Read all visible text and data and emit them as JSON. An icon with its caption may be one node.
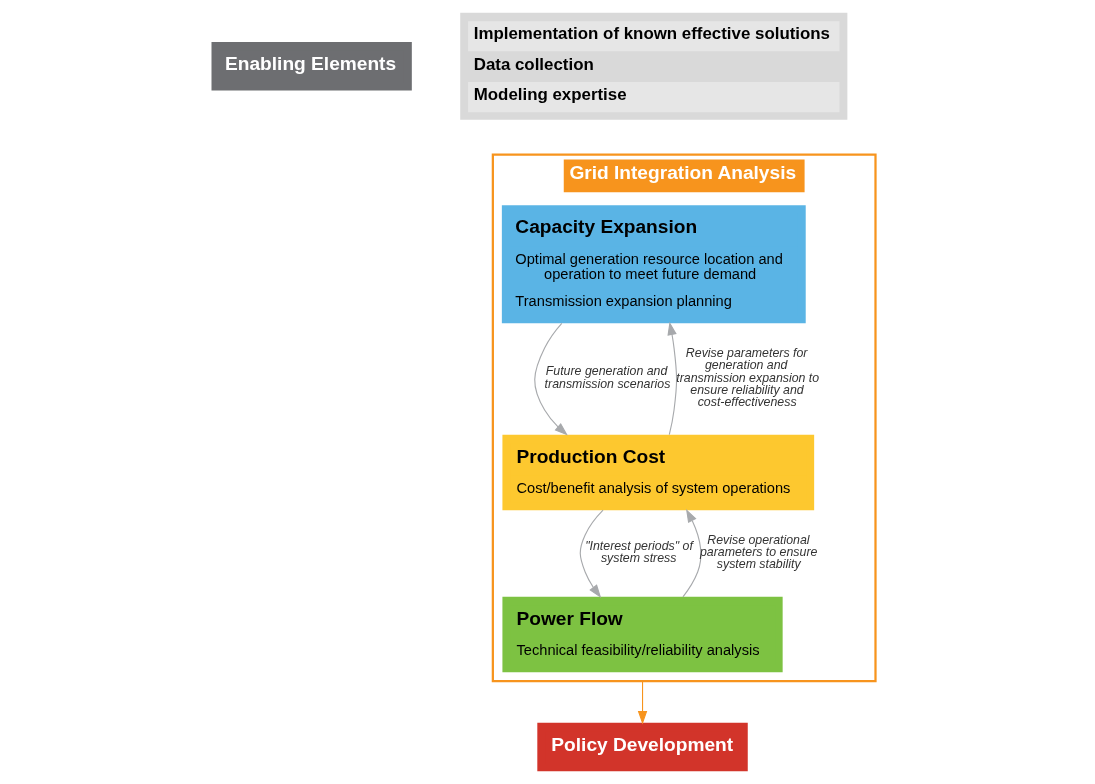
{
  "diagram": {
    "nodes": [
      {
        "text": [
          "Enabling Elements"
        ]
      },
      {
        "text": [
          "Implementation of known effective solutions",
          "Data collection",
          "Modeling expertise"
        ]
      },
      {
        "text": [
          "Grid Integration Analysis"
        ]
      },
      {
        "text": [
          "Capacity Expansion",
          "Optimal generation resource location and operation to meet future demand",
          "Transmission expansion planning"
        ],
        "in": 2
      },
      {
        "text": [
          "Production Cost",
          "Cost/benefit analysis of system operations"
        ],
        "in": 2
      },
      {
        "text": [
          "Power Flow",
          "Technical feasibility/reliability analysis"
        ],
        "in": 2
      },
      {
        "text": [
          "Policy Development"
        ]
      }
    ],
    "edges": [
      {
        "from": 3,
        "to": 4,
        "arrow": "to",
        "label": "Future generation and transmission scenarios"
      },
      {
        "from": 4,
        "to": 3,
        "arrow": "to",
        "label": "Revise parameters for generation and transmission expansion to ensure reliability and cost-effectiveness"
      },
      {
        "from": 4,
        "to": 5,
        "arrow": "to",
        "label": "\"Interest periods\" of system stress"
      },
      {
        "from": 5,
        "to": 4,
        "arrow": "to",
        "label": "Revise operational parameters to ensure system stability"
      },
      {
        "from": 2,
        "to": 6,
        "arrow": "to",
        "color": "#f7941d"
      }
    ]
  }
}
